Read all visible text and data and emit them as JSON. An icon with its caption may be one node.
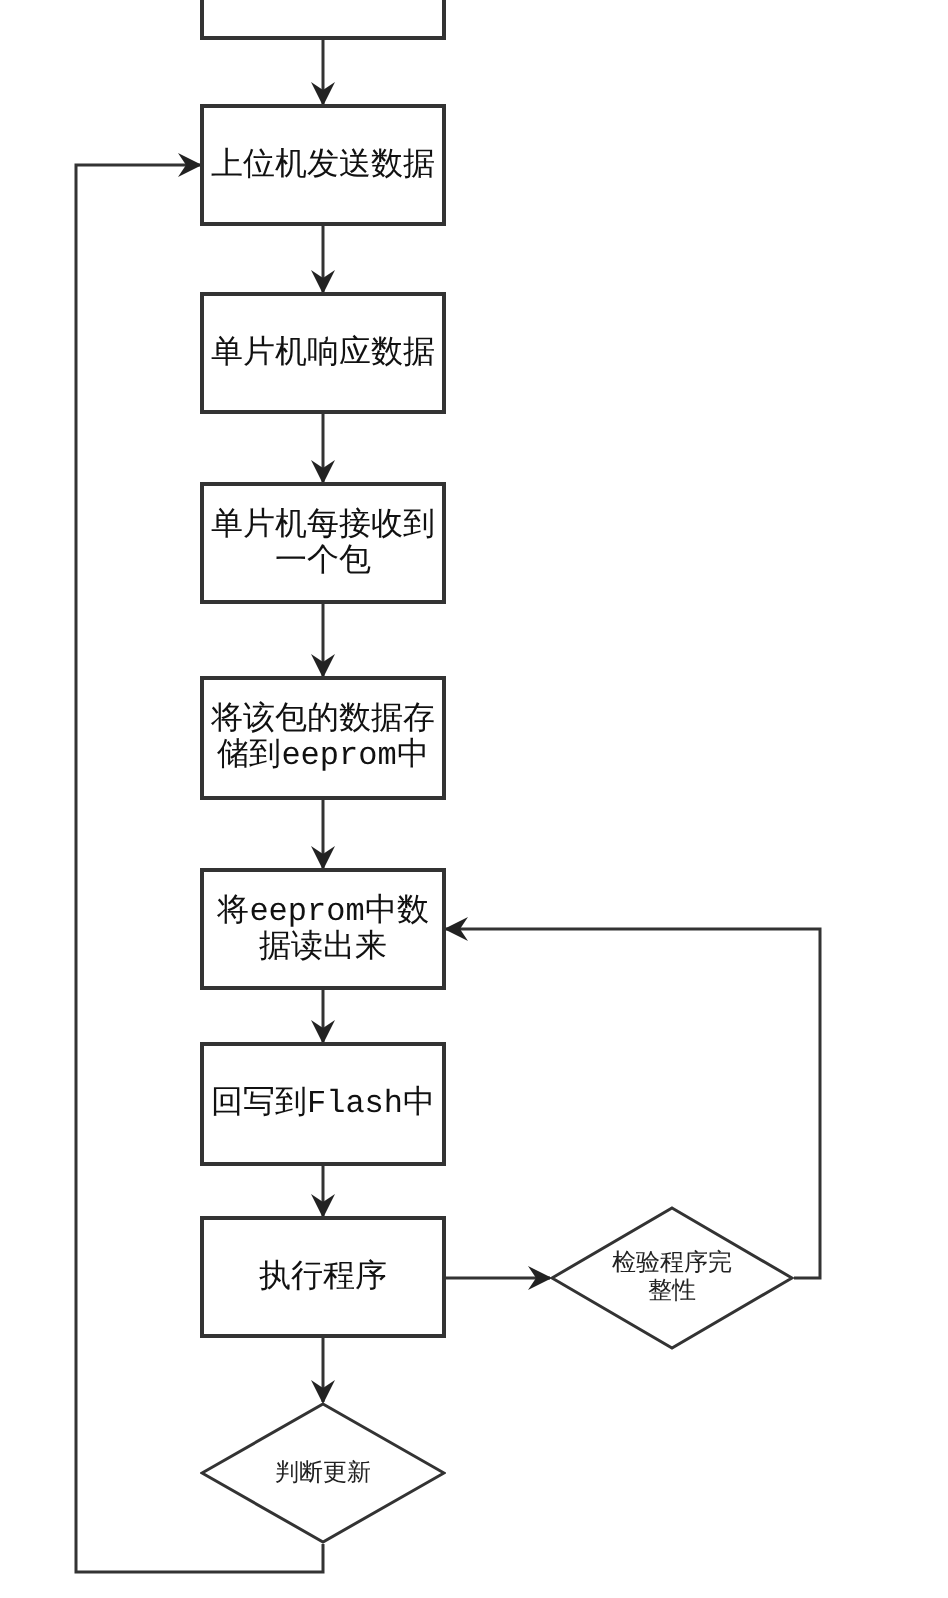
{
  "diagram": {
    "nodes": [
      {
        "text": [],
        "shape": "box"
      },
      {
        "text": [
          "上位机发送数据"
        ]
      },
      {
        "text": [
          "单片机响应数据"
        ]
      },
      {
        "text": [
          "单片机每接收到一个包"
        ]
      },
      {
        "text": [
          "将该包的数据存储到eeprom中"
        ]
      },
      {
        "text": [
          "将eeprom中数据读出来"
        ]
      },
      {
        "text": [
          "回写到Flash中"
        ]
      },
      {
        "text": [
          "执行程序"
        ]
      },
      {
        "text": [
          "检验程序完整性"
        ]
      },
      {
        "text": [
          "判断更新"
        ]
      }
    ],
    "edges": [
      {
        "from": 0,
        "to": 1,
        "arrow": "to"
      },
      {
        "from": 1,
        "to": 2,
        "arrow": "to"
      },
      {
        "from": 2,
        "to": 3,
        "arrow": "to"
      },
      {
        "from": 3,
        "to": 4,
        "arrow": "to"
      },
      {
        "from": 4,
        "to": 5,
        "arrow": "to"
      },
      {
        "from": 5,
        "to": 6,
        "arrow": "to"
      },
      {
        "from": 6,
        "to": 7,
        "arrow": "to"
      },
      {
        "from": 7,
        "to": 8,
        "arrow": "to"
      },
      {
        "from": 8,
        "to": 5,
        "arrow": "to"
      },
      {
        "from": 7,
        "to": 9,
        "arrow": "to"
      },
      {
        "from": 9,
        "to": 1,
        "arrow": "to"
      }
    ]
  }
}
